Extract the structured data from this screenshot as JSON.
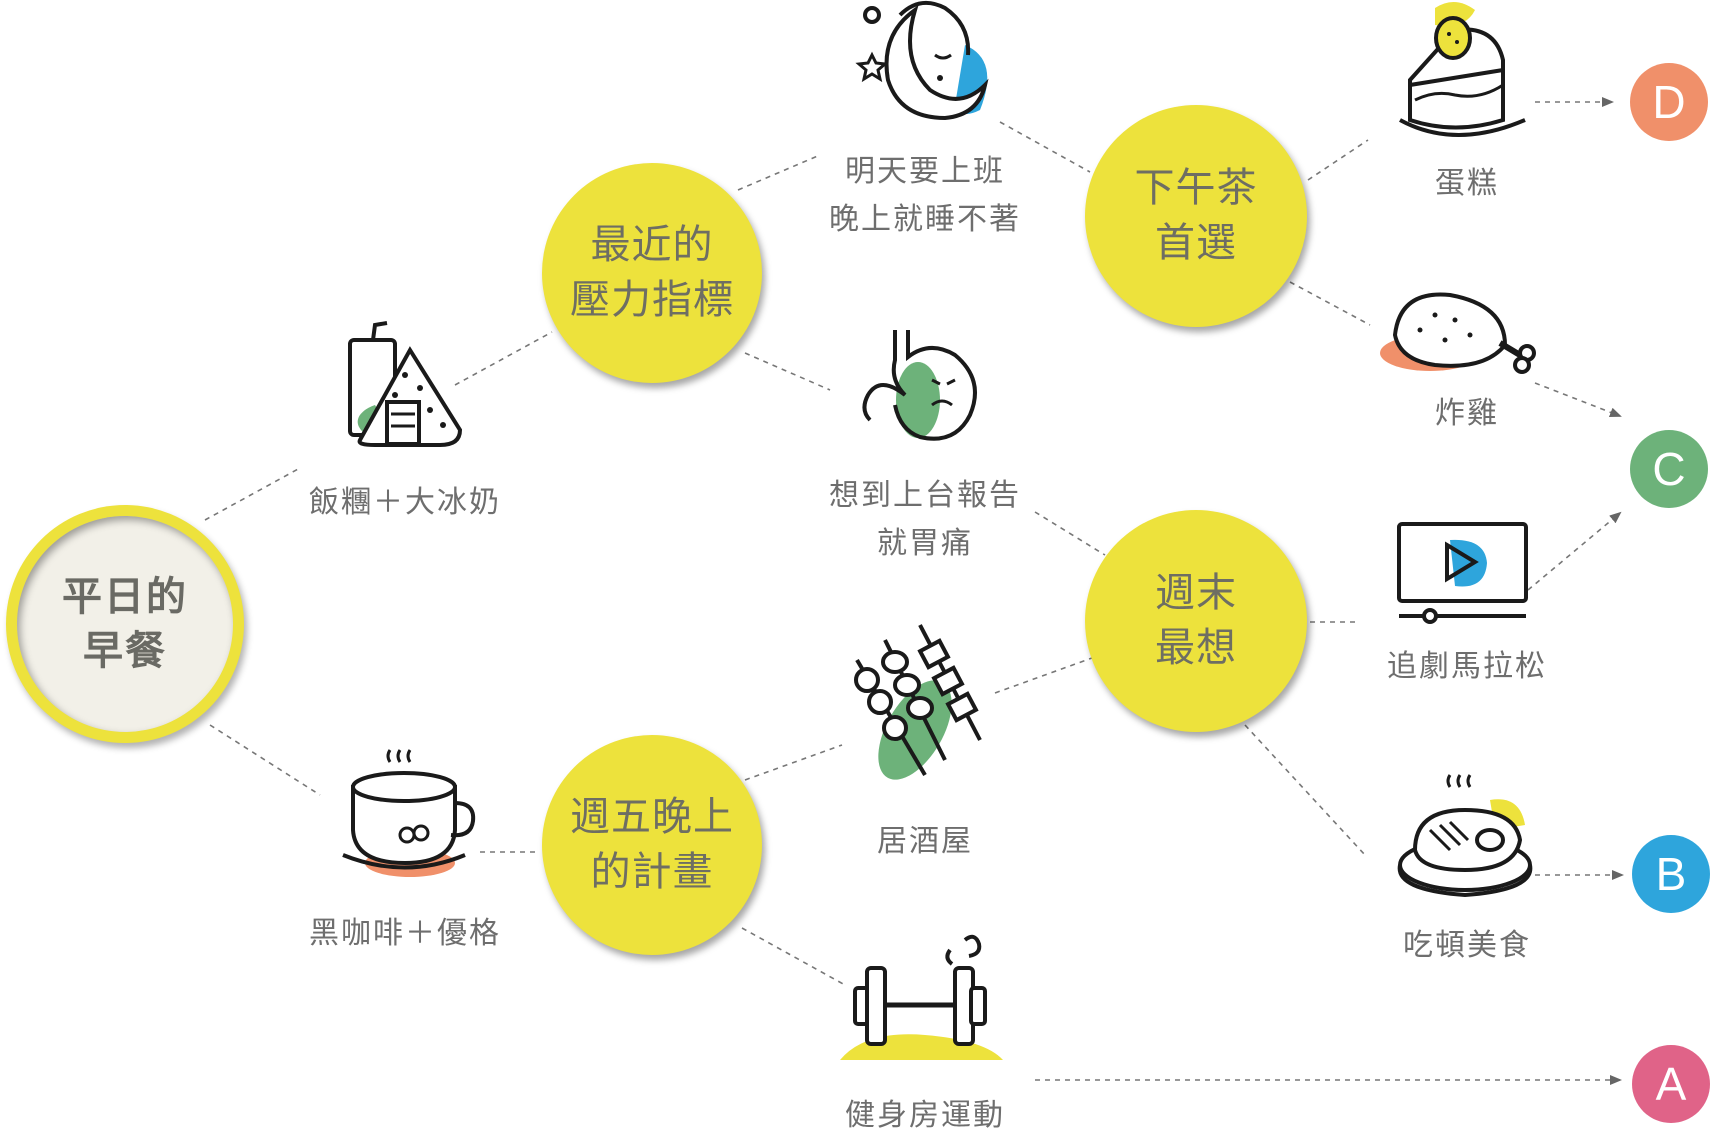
{
  "root": {
    "line1": "平日的",
    "line2": "早餐"
  },
  "questions": {
    "stress": {
      "line1": "最近的",
      "line2": "壓力指標"
    },
    "friday": {
      "line1": "週五晚上",
      "line2": "的計畫"
    },
    "tea": {
      "line1": "下午茶",
      "line2": "首選"
    },
    "weekend": {
      "line1": "週末",
      "line2": "最想"
    }
  },
  "options": {
    "riceball": {
      "line1": "飯糰＋大冰奶",
      "icon": "rice-ball-milk-icon"
    },
    "coffee": {
      "line1": "黑咖啡＋優格",
      "icon": "coffee-cup-icon"
    },
    "insomnia": {
      "line1": "明天要上班",
      "line2": "晚上就睡不著",
      "icon": "sleeping-moon-icon"
    },
    "stomach": {
      "line1": "想到上台報告",
      "line2": "就胃痛",
      "icon": "stomach-ache-icon"
    },
    "izakaya": {
      "line1": "居酒屋",
      "icon": "skewers-icon"
    },
    "gym": {
      "line1": "健身房運動",
      "icon": "dumbbell-icon"
    },
    "cake": {
      "line1": "蛋糕",
      "icon": "cake-icon"
    },
    "chicken": {
      "line1": "炸雞",
      "icon": "fried-chicken-icon"
    },
    "drama": {
      "line1": "追劇馬拉松",
      "icon": "tv-play-icon"
    },
    "feast": {
      "line1": "吃頓美食",
      "icon": "steak-plate-icon"
    }
  },
  "results": [
    {
      "letter": "D",
      "color": "#f0906a"
    },
    {
      "letter": "C",
      "color": "#6db27a"
    },
    {
      "letter": "B",
      "color": "#2ea5dc"
    },
    {
      "letter": "A",
      "color": "#e06388"
    }
  ],
  "colors": {
    "circle_yellow": "#ede23c",
    "accent_blue": "#2ea5dc",
    "accent_green": "#6db27a",
    "accent_orange": "#f0906a",
    "ink": "#1a1a1a"
  }
}
